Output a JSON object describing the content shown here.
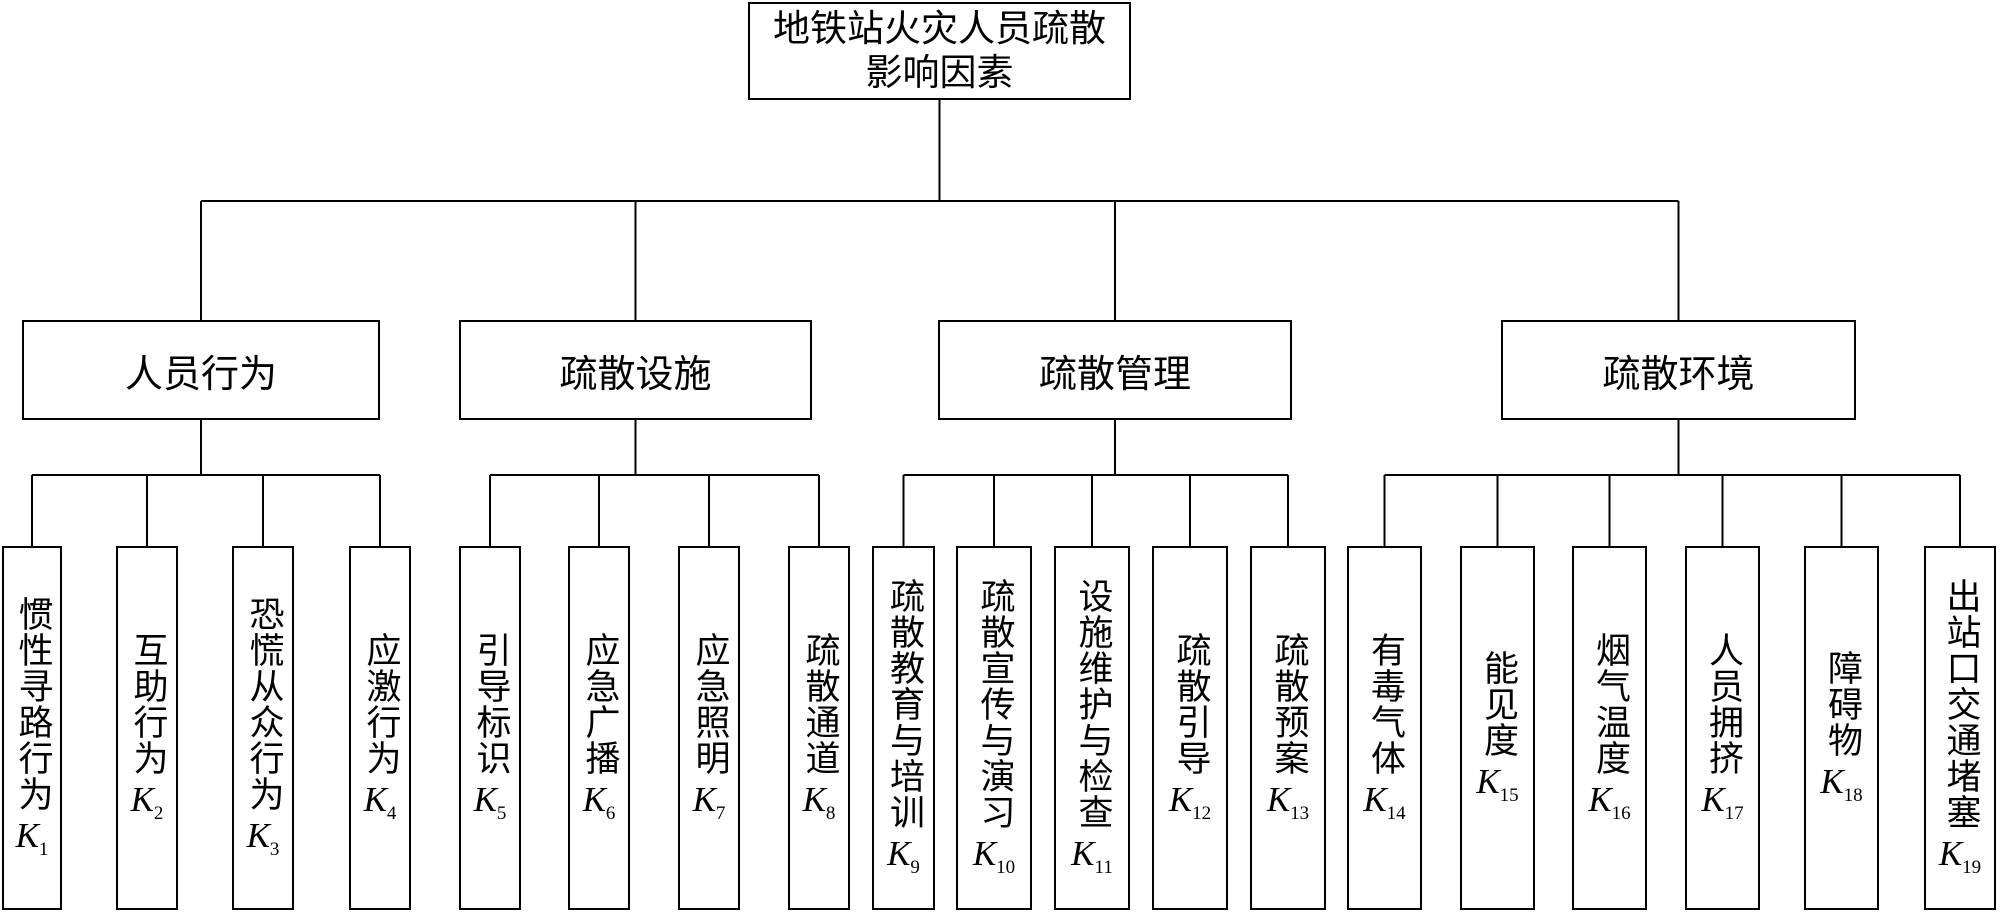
{
  "root": {
    "line1": "地铁站火灾人员疏散",
    "line2": "影响因素"
  },
  "categories": [
    {
      "label": "人员行为",
      "factors": [
        {
          "text": "惯性寻路行为",
          "code": "K",
          "sub": "1"
        },
        {
          "text": "互助行为",
          "code": "K",
          "sub": "2"
        },
        {
          "text": "恐慌从众行为",
          "code": "K",
          "sub": "3"
        },
        {
          "text": "应激行为",
          "code": "K",
          "sub": "4"
        }
      ]
    },
    {
      "label": "疏散设施",
      "factors": [
        {
          "text": "引导标识",
          "code": "K",
          "sub": "5"
        },
        {
          "text": "应急广播",
          "code": "K",
          "sub": "6"
        },
        {
          "text": "应急照明",
          "code": "K",
          "sub": "7"
        },
        {
          "text": "疏散通道",
          "code": "K",
          "sub": "8"
        }
      ]
    },
    {
      "label": "疏散管理",
      "factors": [
        {
          "text": "疏散教育与培训",
          "code": "K",
          "sub": "9"
        },
        {
          "text": "疏散宣传与演习",
          "code": "K",
          "sub": "10"
        },
        {
          "text": "设施维护与检查",
          "code": "K",
          "sub": "11"
        },
        {
          "text": "疏散引导",
          "code": "K",
          "sub": "12"
        },
        {
          "text": "疏散预案",
          "code": "K",
          "sub": "13"
        }
      ]
    },
    {
      "label": "疏散环境",
      "factors": [
        {
          "text": "有毒气体",
          "code": "K",
          "sub": "14"
        },
        {
          "text": "能见度",
          "code": "K",
          "sub": "15"
        },
        {
          "text": "烟气温度",
          "code": "K",
          "sub": "16"
        },
        {
          "text": "人员拥挤",
          "code": "K",
          "sub": "17"
        },
        {
          "text": "障碍物",
          "code": "K",
          "sub": "18"
        },
        {
          "text": "出站口交通堵塞",
          "code": "K",
          "sub": "19"
        }
      ]
    }
  ]
}
